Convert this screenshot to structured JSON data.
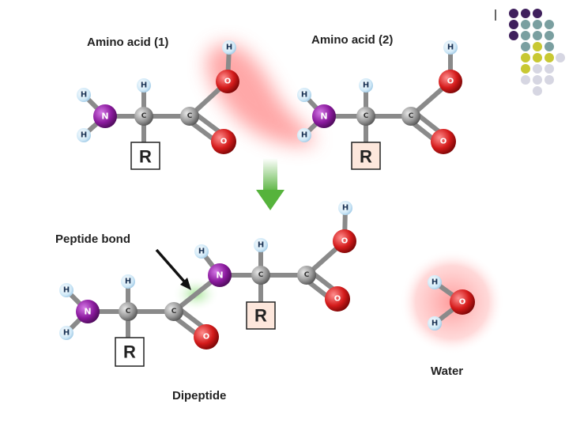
{
  "labels": {
    "amino_acid_1": "Amino acid (1)",
    "amino_acid_2": "Amino acid (2)",
    "peptide_bond": "Peptide bond",
    "dipeptide": "Dipeptide",
    "water": "Water"
  },
  "atoms": {
    "hydrogen": "H",
    "nitrogen": "N",
    "carbon": "C",
    "oxygen": "O",
    "r_group": "R"
  },
  "colors": {
    "nitrogen": "#8b1a9e",
    "carbon": "#9a9a9a",
    "oxygen": "#d41b1b",
    "hydrogen": "#cfe8f7",
    "hydrogen_text": "#1a3355",
    "arrow": "#56b33c",
    "reaction_glow": "#ff8a8a",
    "bond_glow": "#9be38a",
    "deco_purple": "#3f1f5c",
    "deco_teal": "#7a9fa0",
    "deco_olive": "#c8c832",
    "deco_lavender": "#d6d6e2"
  }
}
